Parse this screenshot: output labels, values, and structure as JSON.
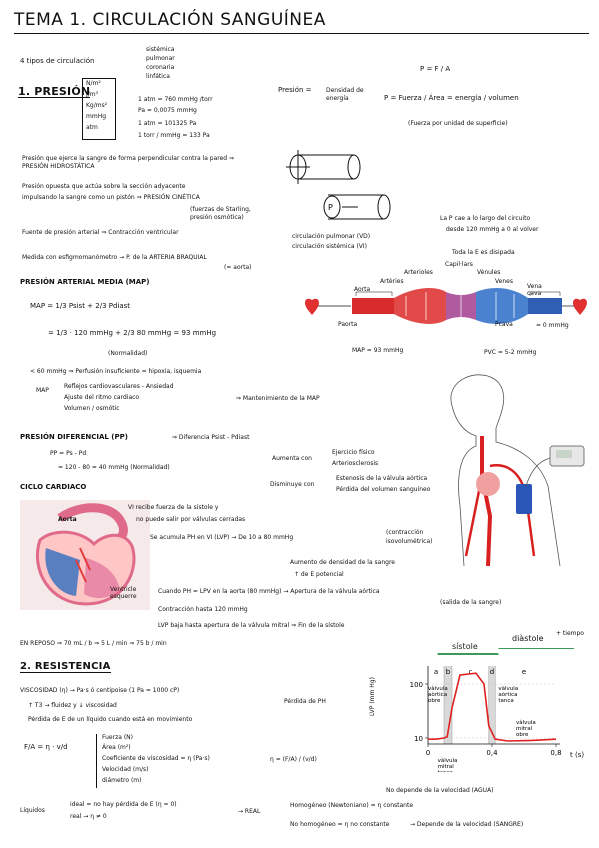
{
  "title": "TEMA 1. CIRCULACIÓN SANGUÍNEA",
  "intro": {
    "label": "4 tipos de circulación",
    "types": [
      "sistémica",
      "pulmonar",
      "coronaria",
      "linfática"
    ]
  },
  "presion": {
    "heading": "1. PRESIÓN",
    "units": [
      "N/m²",
      "J/m³",
      "Kg/ms²",
      "mmHg",
      "atm"
    ],
    "conversions": [
      "1 atm = 760 mmHg /torr",
      "Pa = 0,0075 mmHg",
      "1 atm = 101325 Pa",
      "1 torr / mmHg = 133 Pa"
    ],
    "def_label": "Presión =",
    "def_value": "Densidad de energía",
    "formula_top": "P = F / A",
    "formula_main": "P = Fuerza / Área = energía / volumen",
    "formula_note": "(Fuerza por unidad de superficie)",
    "hidrostatica": "Presión que ejerce la sangre de forma perpendicular contra la pared ⇒ PRESIÓN HIDROSTÁTICA",
    "cinetica_1": "Presión opuesta que actúa sobre la sección adyacente",
    "cinetica_2": "impulsando la sangre como un pistón ⇒ PRESIÓN CINÉTICA",
    "cinetica_note_1": "(fuerzas de Starling,",
    "cinetica_note_2": "presión osmótica)",
    "fuente": "Fuente de presión arterial ⇒ Contracción ventricular",
    "circ_pulmonar": "circulación pulmonar (VD)",
    "circ_sistemica": "circulación sistémica (VI)",
    "medida": "Medida con esfigmomanómetro → P. de la ARTERIA BRAQUIAL",
    "medida_note": "(= aorta)",
    "caida_1": "La P cae a lo largo del circuito",
    "caida_2": "desde 120 mmHg a 0 al volver",
    "caida_3": "Toda la E es disipada"
  },
  "diagram": {
    "labels": [
      "Capil·lars",
      "Arterioles",
      "Vènules",
      "Artèries",
      "Venes",
      "Aorta",
      "Vena cava"
    ],
    "p_aorta": "Paorta",
    "p_cava": "Pcava",
    "p_cava_value": "= 0 mmHg",
    "map_value": "MAP = 93 mmHg",
    "pvc_value": "PVC = 5-2 mmHg"
  },
  "map": {
    "heading": "PRESIÓN ARTERIAL MEDIA (MAP)",
    "formula_1": "MAP = 1/3 Psist + 2/3 Pdiast",
    "formula_2": "= 1/3 · 120 mmHg + 2/3 80 mmHg = 93 mmHg",
    "normal": "(Normalidad)",
    "low": "< 60 mmHg ⇒ Perfusión insuficiente = hipoxia, isquemia",
    "factors_label": "MAP",
    "factors": [
      "Reflejos cardiovasculares - Ansiedad",
      "Ajuste del ritmo cardiaco",
      "Volumen / osmótic"
    ],
    "factors_result": "⇒ Mantenimiento de la MAP"
  },
  "pp": {
    "heading": "PRESIÓN DIFERENCIAL (PP)",
    "def": "⇒ Diferencia Psist - Pdiast",
    "formula_1": "PP = Ps - Pd",
    "formula_2": "= 120 - 80 = 40 mmHg (Normalidad)",
    "aumenta": "Aumenta con",
    "aumenta_items": [
      "Ejercicio físico",
      "Arteriosclerosis"
    ],
    "disminuye": "Disminuye con",
    "disminuye_items": [
      "Estenosis de la válvula aórtica",
      "Pérdida del volumen sanguíneo"
    ]
  },
  "ciclo": {
    "heading": "CICLO CARDIACO",
    "heart_labels": [
      "Aorta",
      "Ventricle esquerre"
    ],
    "l1": "VI recibe fuerza de la sístole y",
    "l2": "no puede salir por válvulas cerradas",
    "l3": "Se acumula PH en VI (LVP) → De 10 a 80 mmHg",
    "l3_note_1": "(contracción",
    "l3_note_2": "isovolumétrica)",
    "l4": "Aumento de densidad de la sangre",
    "l5": "↑ de E potencial",
    "l6": "Cuando PH = LPV en la aorta (80 mmHg) → Apertura de la válvula aórtica",
    "l6_note": "(salida de la sangre)",
    "l7": "Contracción hasta 120 mmHg",
    "l8": "LVP baja hasta apertura de la válvula mitral ⇒ Fin de la sístole",
    "reposo": "EN REPOSO ⇒ 70 mL / b ⇒ 5 L / min ⇒ 75 b / min"
  },
  "resistencia": {
    "heading": "2. RESISTENCIA",
    "visc": "VISCOSIDAD (η) → Pa·s ó centipoise (1 Pa = 1000 cP)",
    "visc_note": "Pérdida de PH",
    "visc_1": "↑ T3 → fluidez y ↓ viscosidad",
    "visc_2": "Pérdida de E de un líquido cuando está en movimiento",
    "formula": "F/A = η · v/d",
    "vars": [
      "Fuerza (N)",
      "Área (m²)",
      "Coeficiente de viscosidad = η (Pa·s)",
      "Velocidad (m/s)",
      "diámetro (m)"
    ],
    "eta": "η = (F/A) / (v/d)",
    "liquidos": "Líquidos",
    "ideal": "ideal = no hay pérdida de E (η = 0)",
    "real": "real → η ≠ 0",
    "real_arrow": "→ REAL",
    "homo": "Homogéneo (Newtoniano) = η constante",
    "homo_note": "No depende de la velocidad (AGUA)",
    "nohomo": "No homogéneo = η no constante",
    "nohomo_note": "→ Depende de la velocidad (SANGRE)"
  },
  "chart_data": {
    "type": "line",
    "title": "",
    "ylabel": "LVP (mm Hg)",
    "xlabel": "t (s)",
    "x_ticks": [
      "0",
      "0,4",
      "0,8"
    ],
    "y_ticks": [
      "10",
      "100"
    ],
    "phase_labels": [
      "a",
      "b",
      "c",
      "d",
      "e"
    ],
    "sistole": "sístole",
    "diastole": "diàstole",
    "extra": "+ tiempo",
    "annotations": [
      "vàlvula aòrtica obre",
      "vàlvula aòrtica tanca",
      "vàlvula mitral obre",
      "vàlvula mitral tanca"
    ],
    "xlim": [
      0,
      0.8
    ],
    "series": [
      {
        "x": [
          0,
          0.05,
          0.1,
          0.12,
          0.15,
          0.2,
          0.3,
          0.35,
          0.38,
          0.42,
          0.5,
          0.65,
          0.8
        ],
        "values": [
          8,
          8,
          10,
          12,
          60,
          115,
          118,
          100,
          30,
          8,
          5,
          6,
          8
        ]
      }
    ]
  }
}
